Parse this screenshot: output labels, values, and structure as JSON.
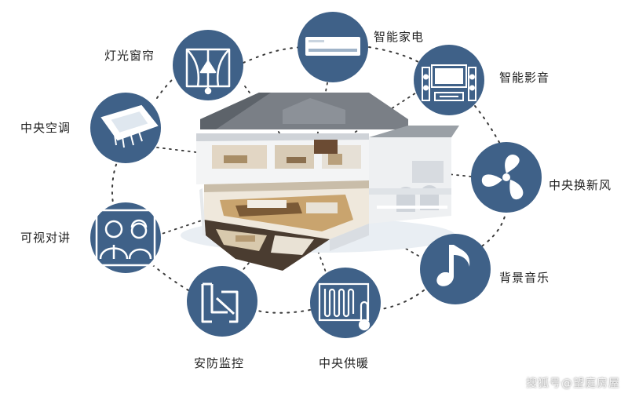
{
  "features": {
    "lighting": "灯光窗帘",
    "appliances": "智能家电",
    "av": "智能影音",
    "ac": "中央空调",
    "ventilation": "中央换新风",
    "intercom": "可视对讲",
    "music": "背景音乐",
    "security": "安防监控",
    "heating": "中央供暖"
  },
  "watermark": "搜狐号@望庭房屋",
  "colors": {
    "circle": "#3f6188",
    "icon": "#ffffff",
    "dots": "#333333"
  }
}
